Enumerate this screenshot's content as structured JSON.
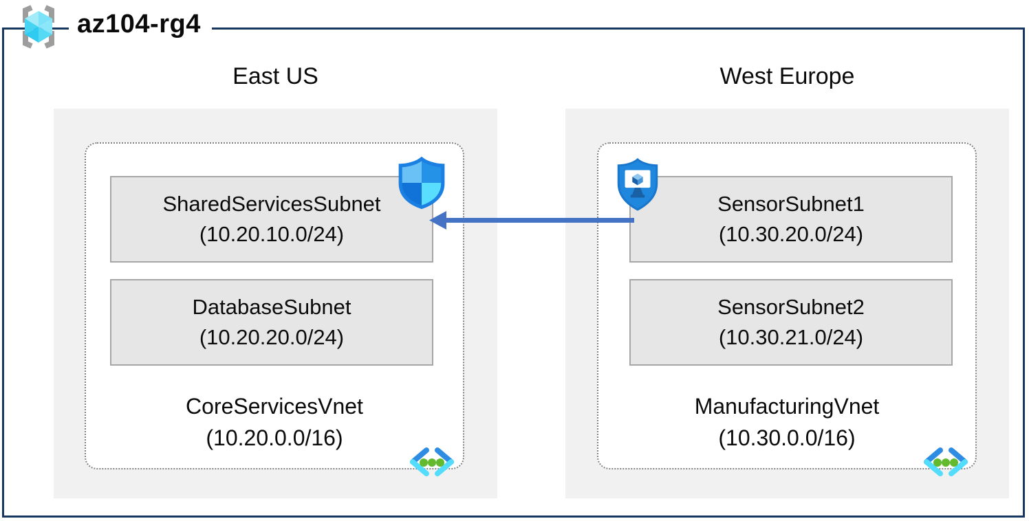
{
  "resource_group": {
    "name": "az104-rg4",
    "icon": "resource-group-icon"
  },
  "regions": [
    {
      "label": "East US",
      "vnet": {
        "name": "CoreServicesVnet",
        "cidr": "(10.20.0.0/16)"
      },
      "subnets": [
        {
          "name": "SharedServicesSubnet",
          "cidr": "(10.20.10.0/24)",
          "badge_icon": "network-security-shield-icon"
        },
        {
          "name": "DatabaseSubnet",
          "cidr": "(10.20.20.0/24)"
        }
      ]
    },
    {
      "label": "West Europe",
      "vnet": {
        "name": "ManufacturingVnet",
        "cidr": "(10.30.0.0/16)"
      },
      "subnets": [
        {
          "name": "SensorSubnet1",
          "cidr": "(10.30.20.0/24)",
          "badge_icon": "shield-virtual-machine-icon"
        },
        {
          "name": "SensorSubnet2",
          "cidr": "(10.30.21.0/24)"
        }
      ]
    }
  ],
  "connection": {
    "from": "SensorSubnet1",
    "to": "SharedServicesSubnet",
    "direction": "right-to-left",
    "color": "#4472c4"
  },
  "colors": {
    "boundary_navy": "#17375e",
    "region_fill": "#f1f1f1",
    "subnet_fill": "#e6e6e6",
    "subnet_border": "#a6a6a6",
    "vnet_dotted_border": "#7f7f7f",
    "arrow_blue": "#4472c4",
    "azure_blue": "#1f87de",
    "azure_cyan": "#50e6ff",
    "vnet_dot_green": "#64ba2f"
  }
}
